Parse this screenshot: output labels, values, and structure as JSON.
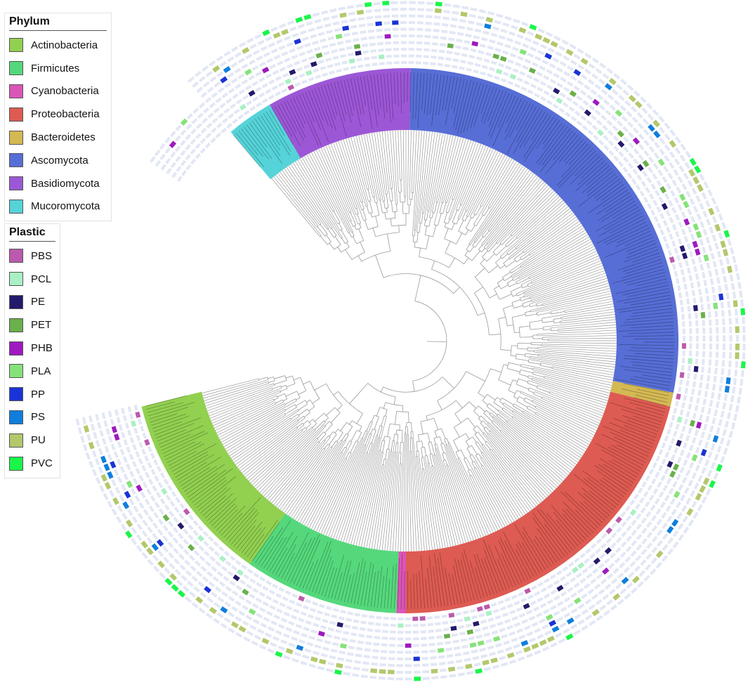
{
  "legend_phylum": {
    "title": "Phylum",
    "items": [
      {
        "label": "Actinobacteria",
        "color": "#92d050"
      },
      {
        "label": "Firmicutes",
        "color": "#55d87c"
      },
      {
        "label": "Cyanobacteria",
        "color": "#db55b7"
      },
      {
        "label": "Proteobacteria",
        "color": "#dd5b52"
      },
      {
        "label": "Bacteroidetes",
        "color": "#d4b953"
      },
      {
        "label": "Ascomycota",
        "color": "#576ed6"
      },
      {
        "label": "Basidiomycota",
        "color": "#9c57d6"
      },
      {
        "label": "Mucoromycota",
        "color": "#55d3d8"
      }
    ]
  },
  "legend_plastic": {
    "title": "Plastic",
    "items": [
      {
        "label": "PBS",
        "color": "#bb5aae"
      },
      {
        "label": "PCL",
        "color": "#aaf0c4"
      },
      {
        "label": "PE",
        "color": "#231a6c"
      },
      {
        "label": "PET",
        "color": "#6ab04c"
      },
      {
        "label": "PHB",
        "color": "#9d19c0"
      },
      {
        "label": "PLA",
        "color": "#85e27a"
      },
      {
        "label": "PP",
        "color": "#1a33d6"
      },
      {
        "label": "PS",
        "color": "#0f7edd"
      },
      {
        "label": "PU",
        "color": "#b2c86c"
      },
      {
        "label": "PVC",
        "color": "#19f64a"
      }
    ]
  },
  "tree": {
    "branch_color": "#9a9a9a",
    "phylum_sectors": [
      {
        "phylum": "Mucoromycota",
        "from_deg": 230,
        "to_deg": 240
      },
      {
        "phylum": "Basidiomycota",
        "from_deg": 240,
        "to_deg": 271
      },
      {
        "phylum": "Ascomycota",
        "from_deg": 271,
        "to_deg": 371
      },
      {
        "phylum": "Bacteroidetes",
        "from_deg": 371,
        "to_deg": 374
      },
      {
        "phylum": "Proteobacteria",
        "from_deg": 374,
        "to_deg": 450
      },
      {
        "phylum": "Cyanobacteria",
        "from_deg": 450,
        "to_deg": 452
      },
      {
        "phylum": "Firmicutes",
        "from_deg": 452,
        "to_deg": 485
      },
      {
        "phylum": "Actinobacteria",
        "from_deg": 485,
        "to_deg": 526
      }
    ]
  }
}
